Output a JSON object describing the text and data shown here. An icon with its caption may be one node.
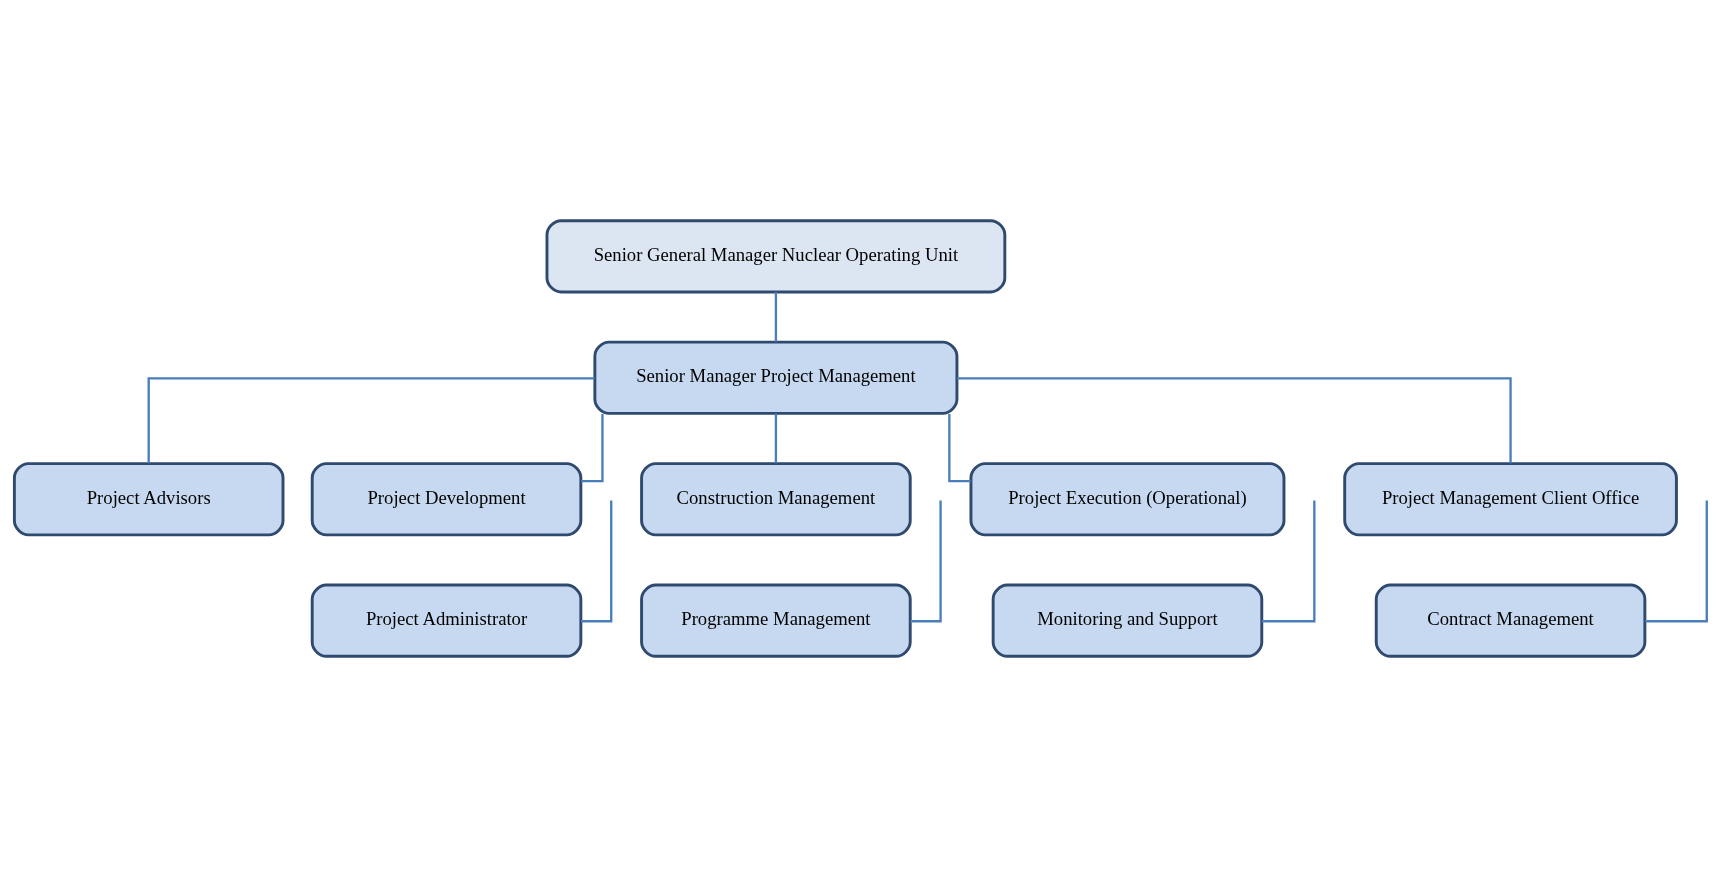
{
  "diagram": {
    "nodes": [
      {
        "text": [
          "Senior General Manager Nuclear Operating Unit"
        ]
      },
      {
        "text": [
          "Senior Manager Project Management"
        ]
      },
      {
        "text": [
          "Project Advisors"
        ]
      },
      {
        "text": [
          "Project Development"
        ]
      },
      {
        "text": [
          "Construction Management"
        ]
      },
      {
        "text": [
          "Project Execution (Operational)"
        ]
      },
      {
        "text": [
          "Project Management Client Office"
        ]
      },
      {
        "text": [
          "Project Administrator"
        ]
      },
      {
        "text": [
          "Programme Management"
        ]
      },
      {
        "text": [
          "Monitoring and Support"
        ]
      },
      {
        "text": [
          "Contract Management"
        ]
      }
    ],
    "edges": [
      {
        "from": 0,
        "to": 1,
        "arrow": "none"
      },
      {
        "from": 1,
        "to": 2,
        "arrow": "none"
      },
      {
        "from": 1,
        "to": 3,
        "arrow": "none"
      },
      {
        "from": 1,
        "to": 4,
        "arrow": "none"
      },
      {
        "from": 1,
        "to": 5,
        "arrow": "none"
      },
      {
        "from": 1,
        "to": 6,
        "arrow": "none"
      },
      {
        "from": null,
        "to": 7,
        "arrow": "none"
      },
      {
        "from": null,
        "to": 8,
        "arrow": "none"
      },
      {
        "from": null,
        "to": 9,
        "arrow": "none"
      },
      {
        "from": null,
        "to": 10,
        "arrow": "none"
      }
    ]
  }
}
